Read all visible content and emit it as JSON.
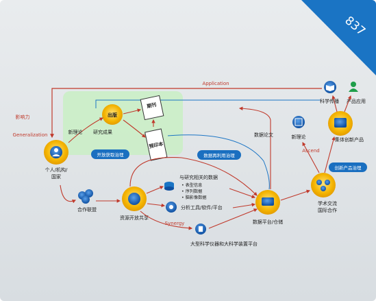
{
  "page_number": "837",
  "labels": {
    "application": "Application",
    "influence": "影响力",
    "generalization": "Generalization",
    "publish": "出版",
    "journal": "期刊",
    "preprint": "预印本",
    "new_theory": "新理论",
    "research_results": "研究成果",
    "open_access_gov": "开放获取治理",
    "individual_org_country": "个人/机构/\n国家",
    "data_paper": "数据论文",
    "new_theory_right": "新理论",
    "data_reuse_gov": "数据再利用治理",
    "science_comm": "科学传播",
    "product_app": "产品应用",
    "collective_innovation": "集体创新产品",
    "ascend": "Ascend",
    "innovation_product_gov": "创新产品治理",
    "research_data": "与研究相关的数据",
    "bullet1": "• 表型信息",
    "bullet2": "• 序列数据",
    "bullet3": "• 脑影像数据",
    "cooperation_alliance": "合作联盟",
    "resource_sharing": "资源开放共享",
    "analysis_tools": "分析工具/软件/平台",
    "synergy": "Synergy",
    "big_facilities": "大型科学仪器和大科学装置平台",
    "data_platform": "数据平台/仓储",
    "academic_exchange": "学术交流\n国际合作"
  },
  "colors": {
    "accent_blue": "#1a74c4",
    "arrow_red": "#c0392b",
    "node_yellow": "#f4b400",
    "green_box": "#c9efc4",
    "gov_pill": "#1a6fc0"
  },
  "icons": [
    "people-icon",
    "group-icon",
    "network-icon",
    "database-icon",
    "gear-icon",
    "microscope-icon",
    "monitor-icon",
    "book-icon",
    "person-icon",
    "chart-icon"
  ]
}
